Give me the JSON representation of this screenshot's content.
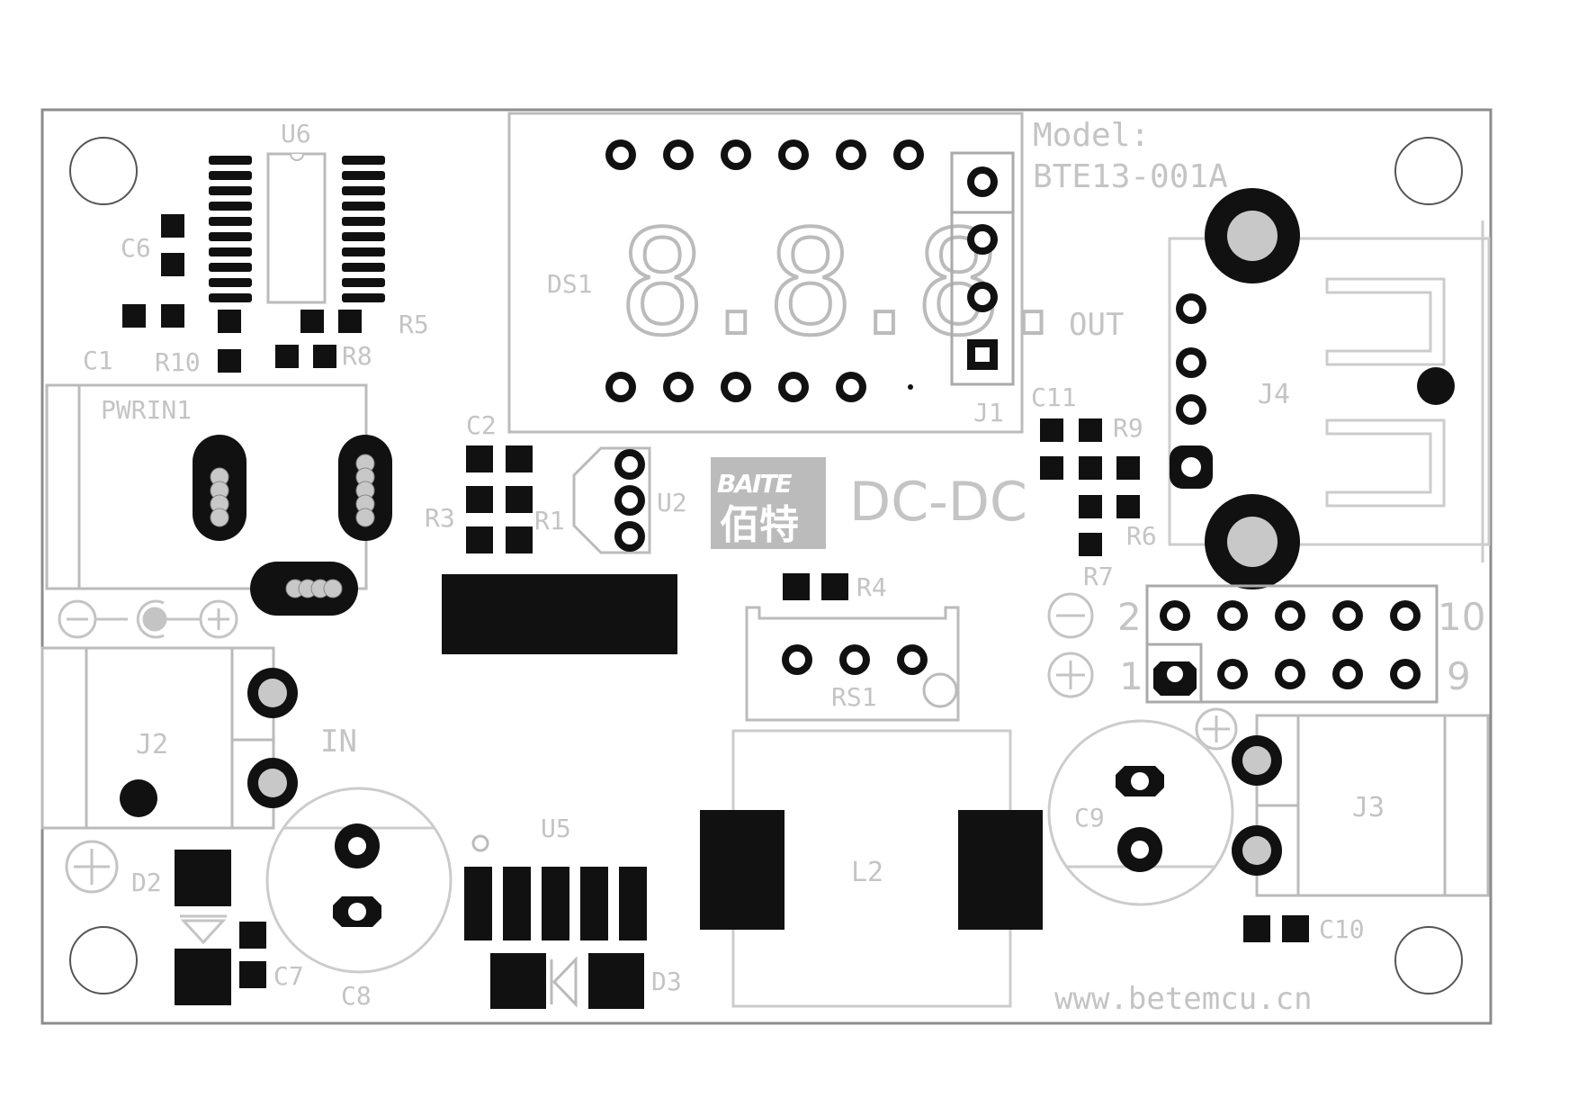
{
  "model": {
    "label": "Model:",
    "value": "BTE13-001A"
  },
  "brand": {
    "logo_top": "BAITE",
    "logo_bottom": "佰特",
    "product": "DC-DC"
  },
  "website": "www.betemcu.cn",
  "display": {
    "digits": "8.8.8."
  },
  "components": {
    "u6": "U6",
    "c6": "C6",
    "c1": "C1",
    "r10": "R10",
    "r5": "R5",
    "r8": "R8",
    "pwrin1": "PWRIN1",
    "ds1": "DS1",
    "j1": "J1",
    "out": "OUT",
    "c11": "C11",
    "r9": "R9",
    "r6": "R6",
    "r7": "R7",
    "j4": "J4",
    "c2": "C2",
    "r3": "R3",
    "r1": "R1",
    "u2": "U2",
    "r4": "R4",
    "rs1": "RS1",
    "j2": "J2",
    "in": "IN",
    "d2": "D2",
    "c7": "C7",
    "c8": "C8",
    "u5": "U5",
    "d3": "D3",
    "l2": "L2",
    "c9": "C9",
    "j3": "J3",
    "c10": "C10"
  },
  "header_pins": {
    "p2": "2",
    "p10": "10",
    "p1": "1",
    "p9": "9"
  }
}
